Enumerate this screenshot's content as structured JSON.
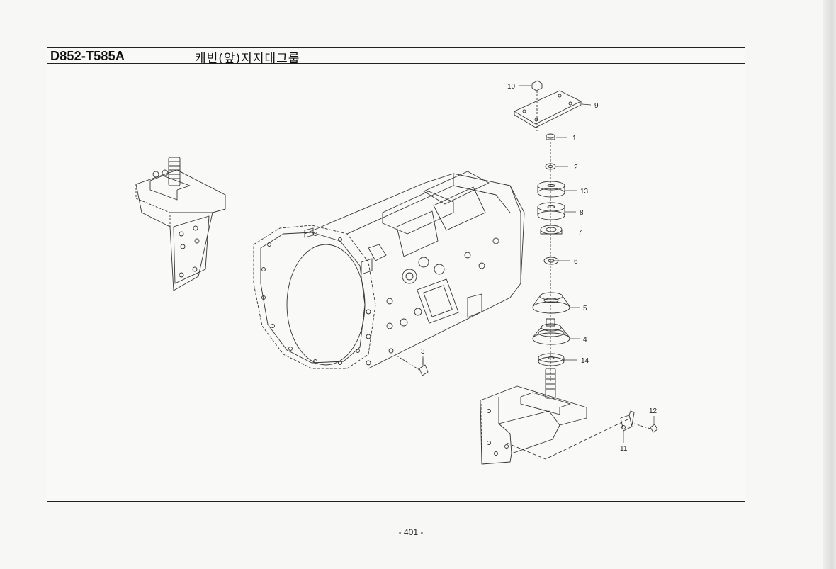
{
  "header": {
    "model_code": "D852-T585A",
    "group_title": "캐빈(앞)지지대그룹"
  },
  "callouts": [
    "1",
    "2",
    "3",
    "4",
    "5",
    "6",
    "7",
    "8",
    "9",
    "10",
    "11",
    "12",
    "13",
    "14"
  ],
  "footer": {
    "page_number": "- 401 -"
  }
}
